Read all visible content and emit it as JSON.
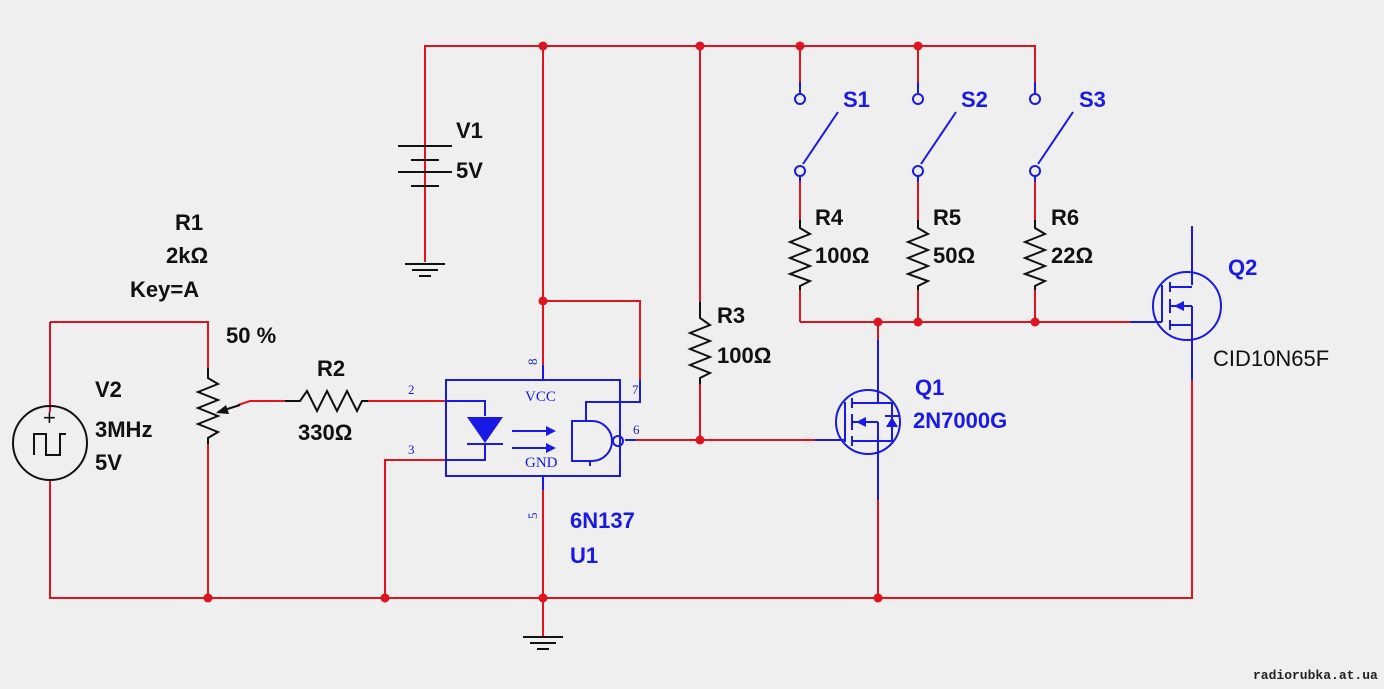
{
  "components": {
    "V1": {
      "ref": "V1",
      "value": "5V"
    },
    "V2": {
      "ref": "V2",
      "freq": "3MHz",
      "amp": "5V",
      "symbol": "+"
    },
    "R1": {
      "ref": "R1",
      "value": "2kΩ",
      "key": "Key=A",
      "pct": "50 %"
    },
    "R2": {
      "ref": "R2",
      "value": "330Ω"
    },
    "R3": {
      "ref": "R3",
      "value": "100Ω"
    },
    "R4": {
      "ref": "R4",
      "value": "100Ω"
    },
    "R5": {
      "ref": "R5",
      "value": "50Ω"
    },
    "R6": {
      "ref": "R6",
      "value": "22Ω"
    },
    "S1": {
      "ref": "S1"
    },
    "S2": {
      "ref": "S2"
    },
    "S3": {
      "ref": "S3"
    },
    "Q1": {
      "ref": "Q1",
      "part": "2N7000G"
    },
    "Q2": {
      "ref": "Q2",
      "part": "CID10N65F"
    },
    "U1": {
      "ref": "U1",
      "part": "6N137",
      "vcc": "VCC",
      "gnd": "GND",
      "pins": {
        "p2": "2",
        "p3": "3",
        "p5": "5",
        "p6": "6",
        "p7": "7",
        "p8": "8"
      }
    }
  },
  "watermark": "radiorubka.at.ua",
  "colors": {
    "wire": "#e0141e",
    "component": "#1a1ae6",
    "text": "#111111",
    "background": "#efefef"
  }
}
